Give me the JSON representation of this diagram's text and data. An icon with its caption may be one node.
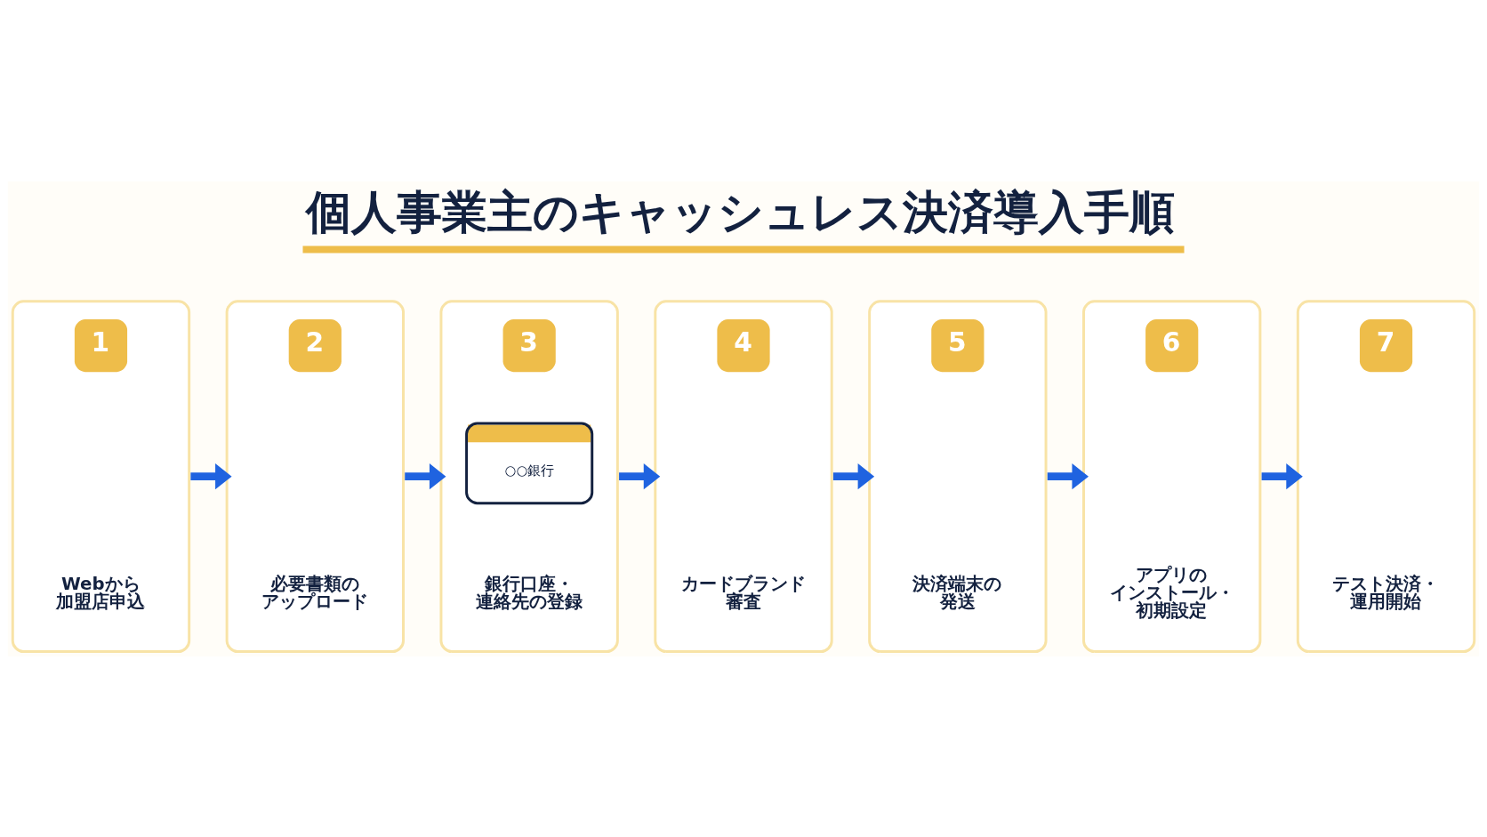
{
  "diagram": {
    "title": "個人事業主のキャッシュレス決済導入手順",
    "nodes": [
      {
        "text": [
          "1",
          "Webから加盟店申込"
        ]
      },
      {
        "text": [
          "2",
          "必要書類のアップロード"
        ]
      },
      {
        "text": [
          "3",
          "○○銀行",
          "銀行口座・連絡先の登録"
        ]
      },
      {
        "text": [
          "4",
          "カードブランド審査"
        ]
      },
      {
        "text": [
          "5",
          "決済端末の発送"
        ]
      },
      {
        "text": [
          "6",
          "アプリのインストール・初期設定"
        ]
      },
      {
        "text": [
          "7",
          "テスト決済・運用開始"
        ]
      }
    ],
    "edges": [
      {
        "from": 0,
        "to": 1,
        "arrow": "to"
      },
      {
        "from": 1,
        "to": 2,
        "arrow": "to"
      },
      {
        "from": 2,
        "to": 3,
        "arrow": "to"
      },
      {
        "from": 3,
        "to": 4,
        "arrow": "to"
      },
      {
        "from": 4,
        "to": 5,
        "arrow": "to"
      },
      {
        "from": 5,
        "to": 6,
        "arrow": "to"
      }
    ]
  }
}
